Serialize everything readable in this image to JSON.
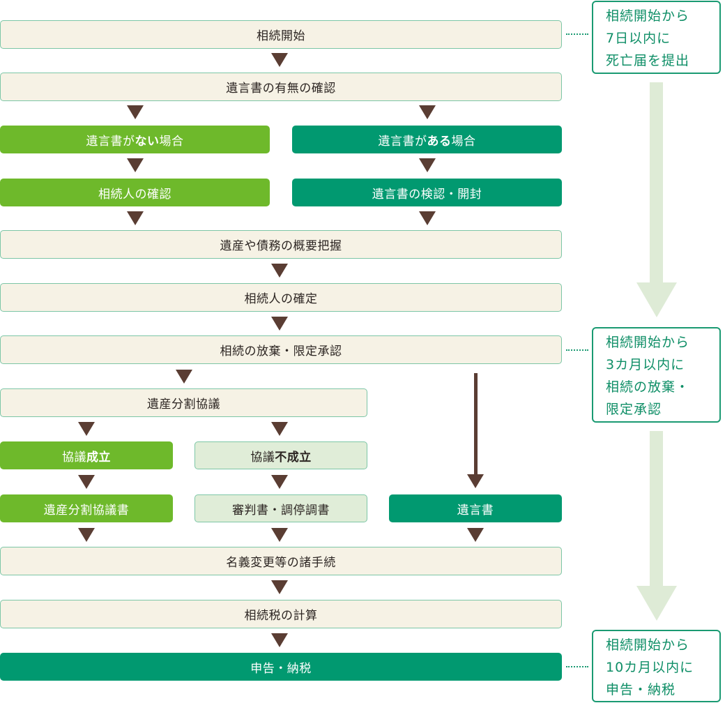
{
  "flow": {
    "start": "相続開始",
    "will_check": "遺言書の有無の確認",
    "no_will": {
      "prefix": "遺言書が",
      "bold": "ない",
      "suffix": "場合"
    },
    "has_will": {
      "prefix": "遺言書が",
      "bold": "ある",
      "suffix": "場合"
    },
    "heir_confirm": "相続人の確認",
    "will_probate": "遺言書の検認・開封",
    "estate_overview": "遺産や債務の概要把握",
    "heir_fix": "相続人の確定",
    "renounce": "相続の放棄・限定承認",
    "division_talks": "遺産分割協議",
    "agreed": {
      "prefix": "協議",
      "bold": "成立"
    },
    "not_agreed": {
      "prefix": "協議",
      "bold": "不成立"
    },
    "division_doc": "遺産分割協議書",
    "court_doc": "審判書・調停調書",
    "will_doc": "遺言書",
    "procedures": "名義変更等の諸手続",
    "tax_calc": "相続税の計算",
    "filing": "申告・納税"
  },
  "callouts": [
    {
      "lines": [
        "相続開始から",
        "7日以内に",
        "死亡届を提出"
      ]
    },
    {
      "lines": [
        "相続開始から",
        "3カ月以内に",
        "相続の放棄・",
        "限定承認"
      ]
    },
    {
      "lines": [
        "相続開始から",
        "10カ月以内に",
        "申告・納税"
      ]
    }
  ],
  "colors": {
    "cream": "#f6f2e5",
    "lime": "#6eb92b",
    "teal": "#019970",
    "pale_green": "#e0edd8",
    "arrow_brown": "#5a3d33",
    "callout_green": "#1a9a72"
  }
}
